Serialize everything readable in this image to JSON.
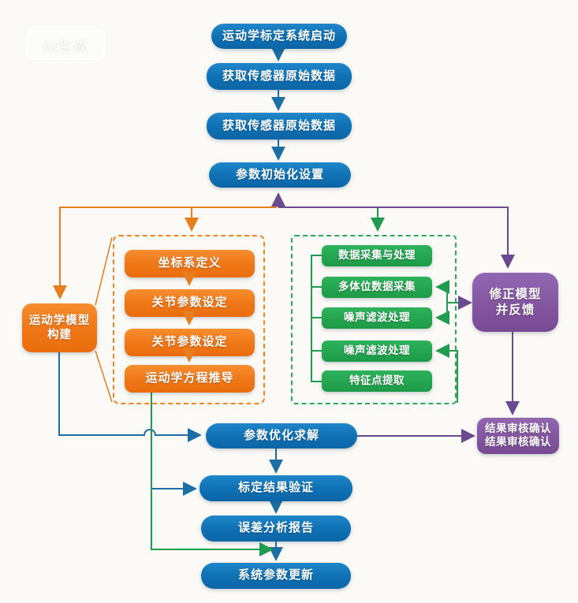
{
  "watermark": {
    "label": "AI生成"
  },
  "colors": {
    "background": "#fbfaf6",
    "node_blue": "#1173b6",
    "node_orange": "#f07818",
    "node_green": "#25a551",
    "node_purple": "#83569f",
    "line_blue": "#1b6fa5",
    "line_orange": "#e87d1d",
    "line_green": "#219b4f",
    "line_purple": "#6a4b8f"
  },
  "main_flow_top": {
    "nodes": [
      "运动学标定系统启动",
      "获取传感器原始数据",
      "获取传感器原始数据",
      "参数初始化设置"
    ]
  },
  "kinematic_model": {
    "side_label_line1": "运动学模型",
    "side_label_line2": "构建",
    "steps": [
      "坐标系定义",
      "关节参数设定",
      "关节参数设定",
      "运动学方程推导"
    ]
  },
  "data_collection": {
    "steps": [
      "数据采集与处理",
      "多体位数据采集",
      "噪声滤波处理",
      "噪声滤波处理",
      "特征点提取"
    ]
  },
  "feedback": {
    "line1": "修正模型",
    "line2": "并反馈"
  },
  "review": {
    "line1": "结果审核确认",
    "line2": "结果审核确认"
  },
  "main_flow_bottom": {
    "nodes": [
      "参数优化求解",
      "标定结果验证",
      "误差分析报告",
      "系统参数更新"
    ]
  }
}
